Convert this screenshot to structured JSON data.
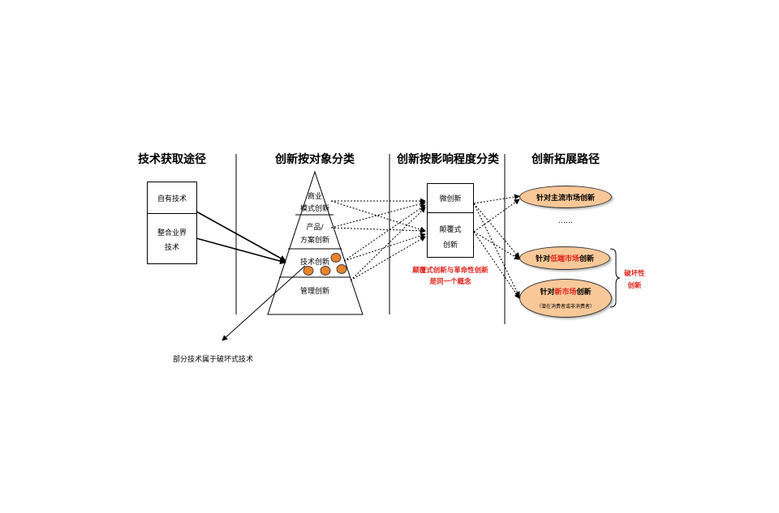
{
  "headers": {
    "acquisition": "技术获取途径",
    "by_object": "创新按对象分类",
    "by_impact": "创新按影响程度分类",
    "expansion": "创新拓展路径"
  },
  "acquisition_box": {
    "own_tech": "自有技术",
    "integrate_line1": "整合业界",
    "integrate_line2": "技术"
  },
  "pyramid": {
    "business_line1": "商业",
    "business_line2": "模式创新",
    "product_line1": "产品/",
    "product_line2": "方案创新",
    "technology": "技术创新",
    "management": "管理创新"
  },
  "impact_box": {
    "micro": "微创新",
    "disruptive_line1": "颠覆式",
    "disruptive_line2": "创新"
  },
  "impact_note": {
    "line1": "颠覆式创新与革命性创新",
    "line2": "是同一个概念"
  },
  "paths": {
    "mainstream": "针对主流市场创新",
    "ellipsis": "……",
    "lowend_prefix": "针对",
    "lowend_highlight": "低端市场",
    "lowend_suffix": "创新",
    "newmarket_prefix": "针对",
    "newmarket_highlight": "新市场",
    "newmarket_suffix": "创新",
    "newmarket_sub": "（潜在消费者或非消费者）"
  },
  "disruptive_label": {
    "line1": "破坏性",
    "line2": "创新"
  },
  "bottom_note": "部分技术属于破坏式技术",
  "colors": {
    "oval_fill": "#f9c898",
    "highlight_red": "#e0251b",
    "tech_circle": "#e8822b"
  }
}
